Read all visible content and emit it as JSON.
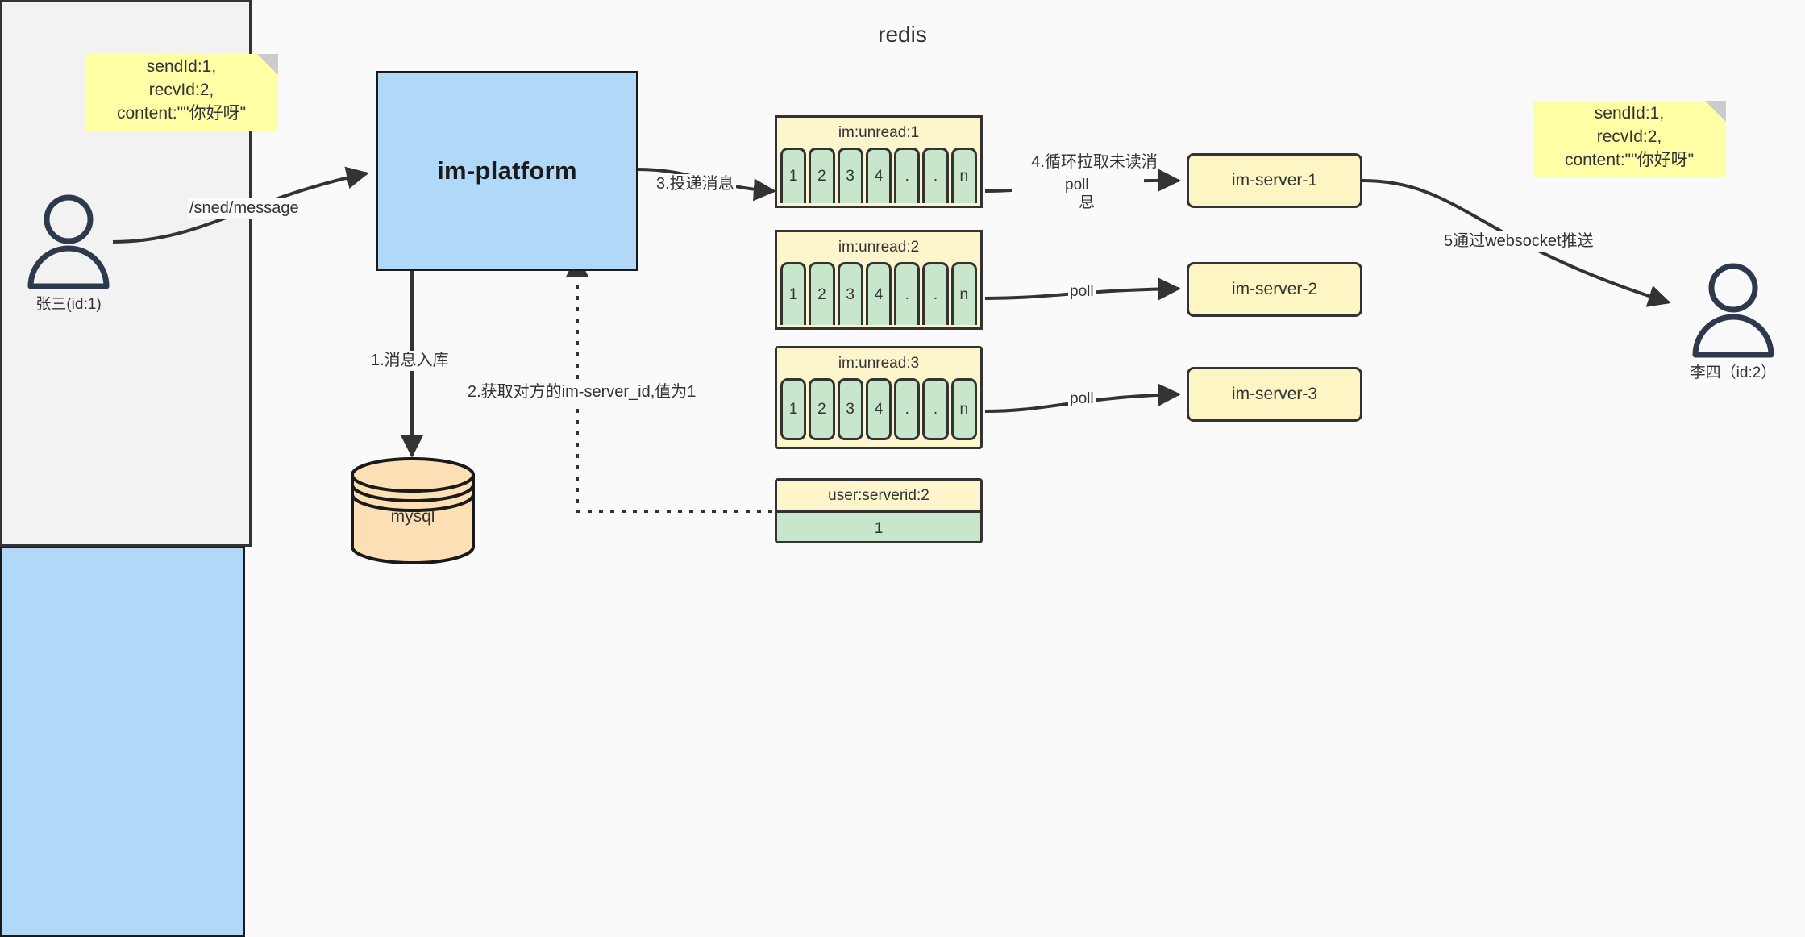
{
  "diagram": {
    "background": "#fafafa",
    "colors": {
      "blue": "#b1d9f7",
      "sticky_yellow": "#ffffa6",
      "key_yellow": "#fdf6cd",
      "server_yellow": "#fdf5c4",
      "cell_green": "#c8e6cc",
      "mysql_orange": "#fcdfb4",
      "redis_gray": "#f2f2f2",
      "stroke": "#333333",
      "actor_navy": "#2e3a4c"
    }
  },
  "notes": {
    "left": {
      "line1": "sendId:1,",
      "line2": "recvId:2,",
      "line3": "content:\"\"你好呀\""
    },
    "right": {
      "line1": "sendId:1,",
      "line2": "recvId:2,",
      "line3": "content:\"\"你好呀\""
    }
  },
  "actors": {
    "sender": {
      "label": "张三(id:1)"
    },
    "receiver": {
      "label": "李四（id:2）"
    }
  },
  "nodes": {
    "platform": {
      "label": "im-platform"
    },
    "mysql": {
      "label": "mysql"
    },
    "redis": {
      "label": "redis"
    },
    "server_cluster": {
      "servers": [
        {
          "label": "im-server-1"
        },
        {
          "label": "im-server-2"
        },
        {
          "label": "im-server-3"
        }
      ]
    }
  },
  "redis_structures": {
    "lists": [
      {
        "key": "im:unread:1",
        "cells": [
          "1",
          "2",
          "3",
          "4",
          ".",
          ".",
          "n"
        ]
      },
      {
        "key": "im:unread:2",
        "cells": [
          "1",
          "2",
          "3",
          "4",
          ".",
          ".",
          "n"
        ]
      },
      {
        "key": "im:unread:3",
        "cells": [
          "1",
          "2",
          "3",
          "4",
          ".",
          ".",
          "n"
        ]
      }
    ],
    "kv": {
      "key": "user:serverid:2",
      "value": "1"
    }
  },
  "edges": {
    "send_message": "/sned/message",
    "step1": "1.消息入库",
    "step2": "2.获取对方的im-server_id,值为1",
    "step3": "3.投递消息",
    "step4_line1": "4.循环拉取未读消",
    "step4_line2": "息",
    "step5": "5通过websocket推送",
    "poll1": "poll",
    "poll2": "poll",
    "poll3": "poll"
  }
}
